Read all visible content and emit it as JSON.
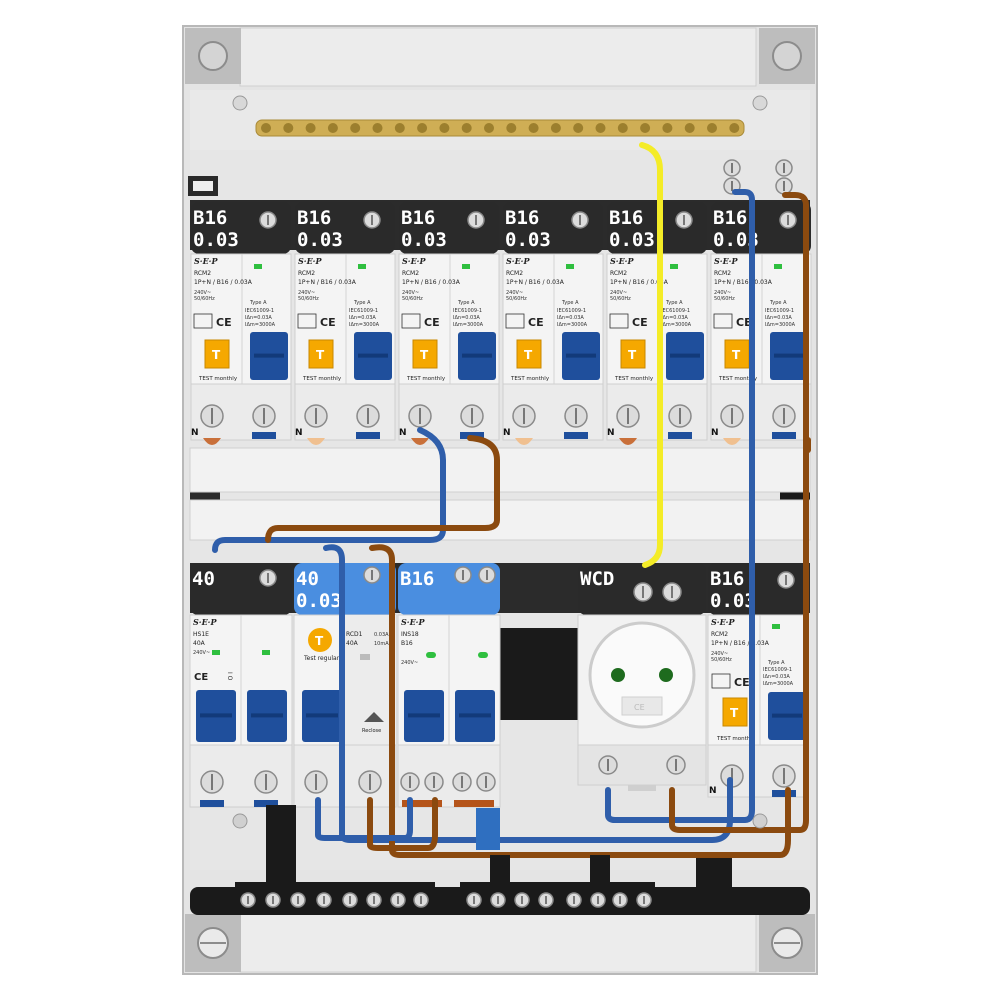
{
  "brand": "S·E·P",
  "row1": [
    {
      "rating": "B16",
      "sensitivity": "0.03",
      "model": "RCM2",
      "spec": "1P+N / B16 / 0.03A",
      "voltage": "240V~",
      "freq": "50/60Hz",
      "type": "Type A",
      "std": "IEC61009-1",
      "idn": "IΔn=0.03A",
      "icn": "IΔm=3000A",
      "test": "TEST monthly",
      "btn": "T",
      "neutral": "N"
    },
    {
      "rating": "B16",
      "sensitivity": "0.03",
      "model": "RCM2",
      "spec": "1P+N / B16 / 0.03A",
      "voltage": "240V~",
      "freq": "50/60Hz",
      "type": "Type A",
      "std": "IEC61009-1",
      "idn": "IΔn=0.03A",
      "icn": "IΔm=3000A",
      "test": "TEST monthly",
      "btn": "T",
      "neutral": "N"
    },
    {
      "rating": "B16",
      "sensitivity": "0.03",
      "model": "RCM2",
      "spec": "1P+N / B16 / 0.03A",
      "voltage": "240V~",
      "freq": "50/60Hz",
      "type": "Type A",
      "std": "IEC61009-1",
      "idn": "IΔn=0.03A",
      "icn": "IΔm=3000A",
      "test": "TEST monthly",
      "btn": "T",
      "neutral": "N"
    },
    {
      "rating": "B16",
      "sensitivity": "0.03",
      "model": "RCM2",
      "spec": "1P+N / B16 / 0.03A",
      "voltage": "240V~",
      "freq": "50/60Hz",
      "type": "Type A",
      "std": "IEC61009-1",
      "idn": "IΔn=0.03A",
      "icn": "IΔm=3000A",
      "test": "TEST monthly",
      "btn": "T",
      "neutral": "N"
    },
    {
      "rating": "B16",
      "sensitivity": "0.03",
      "model": "RCM2",
      "spec": "1P+N / B16 / 0.03A",
      "voltage": "240V~",
      "freq": "50/60Hz",
      "type": "Type A",
      "std": "IEC61009-1",
      "idn": "IΔn=0.03A",
      "icn": "IΔm=3000A",
      "test": "TEST monthly",
      "btn": "T",
      "neutral": "N"
    },
    {
      "rating": "B16",
      "sensitivity": "0.03",
      "model": "RCM2",
      "spec": "1P+N / B16 / 0.03A",
      "voltage": "240V~",
      "freq": "50/60Hz",
      "type": "Type A",
      "std": "IEC61009-1",
      "idn": "IΔn=0.03A",
      "icn": "IΔm=3000A",
      "test": "TEST monthly",
      "btn": "T",
      "neutral": "N"
    }
  ],
  "main_switch": {
    "rating": "40",
    "model": "HS1E",
    "current": "40A",
    "voltage": "240V~",
    "mark": "I O"
  },
  "rcd": {
    "rating": "40",
    "sensitivity": "0.03",
    "model": "RCD1",
    "current": "40A",
    "idn": "0.03A",
    "icn": "10mA",
    "test": "Test regularly",
    "btn": "T",
    "reset": "Reclose"
  },
  "isolator": {
    "rating": "B16",
    "model": "INS18",
    "current": "B16",
    "voltage": "240V~"
  },
  "socket": {
    "label": "WCD",
    "mark": "CE"
  },
  "rcbo_b": {
    "rating": "B16",
    "sensitivity": "0.03",
    "model": "RCM2",
    "spec": "1P+N / B16 / 0.03A",
    "voltage": "240V~",
    "freq": "50/60Hz",
    "type": "Type A",
    "std": "IEC61009-1",
    "idn": "IΔn=0.03A",
    "icn": "IΔm=3000A",
    "test": "TEST monthly",
    "btn": "T",
    "neutral": "N"
  },
  "colors": {
    "enclosure": "#e8e8e8",
    "frame": "#c8c8c8",
    "label_dark": "#2a2a2a",
    "label_blue": "#4a8ee0",
    "handle": "#1f4f9c",
    "test_btn": "#f5a800",
    "brass": "#cfae55",
    "wire_blue": "#2f5eaa",
    "wire_brown": "#8b4a0f",
    "wire_yellow": "#f4ec27",
    "rail": "#1a1a1a",
    "indicator": "#2fbf3f"
  }
}
